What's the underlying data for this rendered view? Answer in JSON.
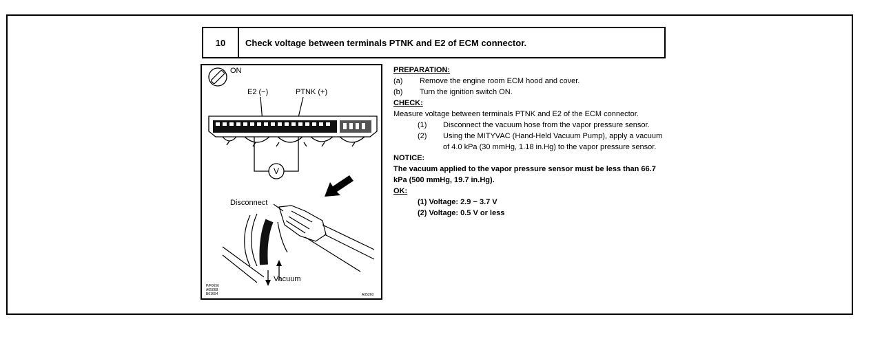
{
  "step": {
    "number": "10",
    "title": "Check voltage between terminals PTNK and E2 of ECM connector."
  },
  "figure": {
    "switch_label": "ON",
    "e2_label": "E2 (−)",
    "ptnk_label": "PTNK (+)",
    "meter_label": "V",
    "disconnect_label": "Disconnect",
    "vacuum_label": "Vacuum",
    "codes_left": "P/F0656\nA05068\nB01604",
    "code_right": "A05260"
  },
  "preparation": {
    "heading": "PREPARATION:",
    "items": [
      {
        "key": "(a)",
        "text": "Remove the engine room ECM hood and cover."
      },
      {
        "key": "(b)",
        "text": "Turn the ignition switch ON."
      }
    ]
  },
  "check": {
    "heading": "CHECK:",
    "intro": "Measure voltage between terminals PTNK and E2 of the ECM connector.",
    "items": [
      {
        "key": "(1)",
        "text": "Disconnect the vacuum hose from the vapor pressure sensor."
      },
      {
        "key": "(2)",
        "text": "Using the MITYVAC (Hand-Held Vacuum Pump), apply a vacuum of 4.0 kPa (30 mmHg, 1.18 in.Hg) to the vapor pressure sensor."
      }
    ]
  },
  "notice": {
    "heading": "NOTICE:",
    "text": "The vacuum applied to the vapor pressure sensor must be less than 66.7 kPa (500 mmHg, 19.7 in.Hg)."
  },
  "ok": {
    "heading": "OK:",
    "lines": [
      "(1) Voltage: 2.9 − 3.7 V",
      "(2) Voltage: 0.5 V or less"
    ]
  }
}
